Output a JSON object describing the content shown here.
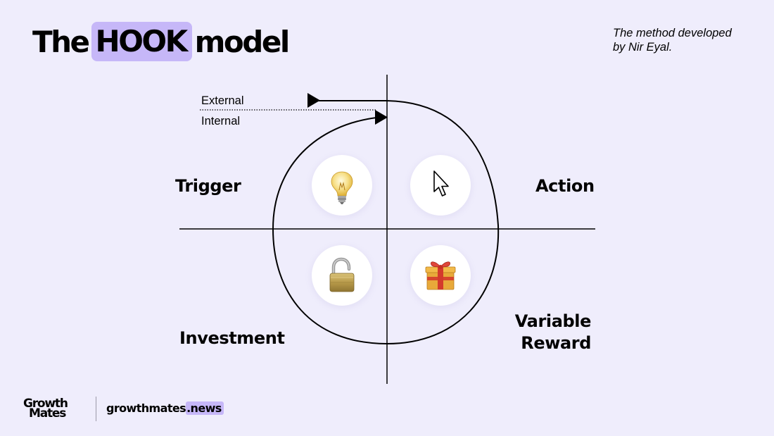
{
  "title": {
    "before": "The",
    "highlight": "HOOK",
    "after": "model"
  },
  "subtitle": {
    "line1": "The method developed",
    "line2": "by Nir Eyal."
  },
  "diagram": {
    "trigger_types": {
      "external": "External",
      "internal": "Internal"
    },
    "phases": {
      "trigger": "Trigger",
      "action": "Action",
      "variable_reward_line1": "Variable",
      "variable_reward_line2": "Reward",
      "investment": "Investment"
    },
    "icons": {
      "trigger": "lightbulb-icon",
      "action": "cursor-arrow-icon",
      "variable_reward": "gift-box-icon",
      "investment": "open-padlock-icon"
    },
    "colors": {
      "background": "#efedfc",
      "highlight": "#c6b7f8",
      "line": "#000000",
      "icon_circle": "#ffffff"
    }
  },
  "footer": {
    "logo_line1": "Growth",
    "logo_line2": "Mates",
    "site_name": "growthmates",
    "site_tld": ".news"
  }
}
